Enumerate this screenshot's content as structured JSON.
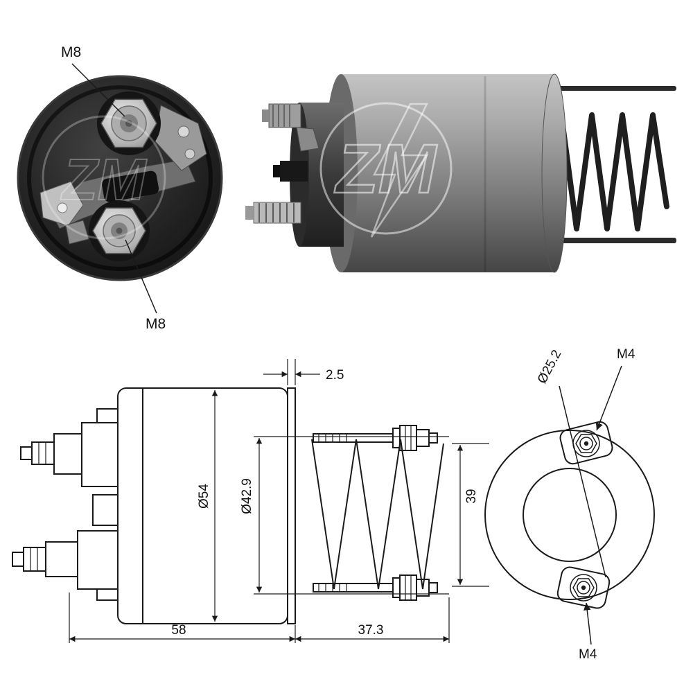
{
  "colors": {
    "background": "#ffffff",
    "ink": "#1a1a1a"
  },
  "watermark": {
    "text": "ZM"
  },
  "rear_view": {
    "terminal_top": "M8",
    "terminal_bottom": "M8"
  },
  "side_view": {
    "flange_thickness": "2.5",
    "outer_diameter": "Ø54",
    "inner_diameter": "Ø42.9",
    "body_length": "58",
    "spring_length": "37.3"
  },
  "front_view": {
    "bore_diameter": "Ø25.2",
    "screw_top": "M4",
    "screw_spacing": "39",
    "screw_bottom": "M4"
  }
}
